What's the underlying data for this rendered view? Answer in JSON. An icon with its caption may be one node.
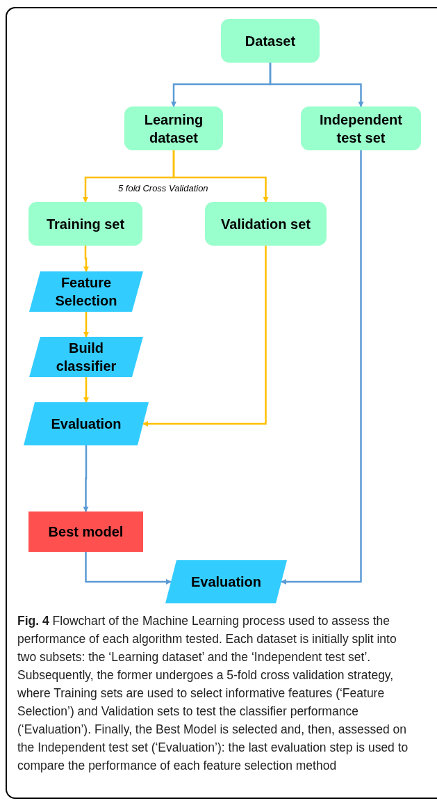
{
  "diagram": {
    "nodes": [
      {
        "text": [
          "Dataset"
        ]
      },
      {
        "text": [
          "Learning dataset"
        ]
      },
      {
        "text": [
          "Independent test set"
        ]
      },
      {
        "text": [
          "Training set"
        ]
      },
      {
        "text": [
          "Validation set"
        ]
      },
      {
        "text": [
          "Feature Selection"
        ]
      },
      {
        "text": [
          "Build classifier"
        ]
      },
      {
        "text": [
          "Evaluation"
        ]
      },
      {
        "text": [
          "Best model"
        ]
      },
      {
        "text": [
          "Evaluation"
        ]
      }
    ],
    "edges": [
      {
        "from": 0,
        "to": 1,
        "arrow": "to",
        "color": "#5b9bd5"
      },
      {
        "from": 0,
        "to": 2,
        "arrow": "to",
        "color": "#5b9bd5"
      },
      {
        "from": 1,
        "to": 3,
        "arrow": "to"
      },
      {
        "from": 1,
        "to": 4,
        "arrow": "to"
      },
      {
        "from": 3,
        "to": 5,
        "arrow": "to"
      },
      {
        "from": 5,
        "to": 6,
        "arrow": "to"
      },
      {
        "from": 6,
        "to": 7,
        "arrow": "to"
      },
      {
        "from": 4,
        "to": 7,
        "arrow": "to"
      },
      {
        "from": 7,
        "to": 8,
        "arrow": "to",
        "color": "#5b9bd5"
      },
      {
        "from": 8,
        "to": 9,
        "arrow": "to",
        "color": "#5b9bd5"
      },
      {
        "from": 2,
        "to": 9,
        "arrow": "to",
        "color": "#5b9bd5"
      }
    ],
    "labels": [
      "5 fold Cross Validation"
    ],
    "caption": "**Fig. 4** Flowchart of the Machine Learning process used to assess the performance of each algorithm tested. Each dataset is initially split into two subsets: the ‘Learning dataset’ and the ‘Independent test set’. Subsequently, the former undergoes a 5-fold cross validation strategy, where Training sets are used to select informative features (‘Feature Selection’) and Validation sets to test the classifier performance (‘Evaluation’). Finally, the Best Model is selected and, then, assessed on the Independent test set (‘Evaluation’): the last evaluation step is used to compare the performance of each feature selection method"
  }
}
